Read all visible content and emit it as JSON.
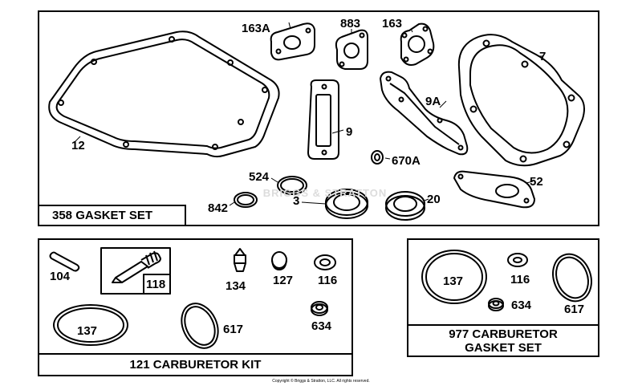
{
  "watermark": "BRIGGS & STRATTON",
  "panels": {
    "gasket_set": {
      "title": "358 GASKET SET",
      "parts": {
        "p163A": "163A",
        "p883": "883",
        "p163": "163",
        "p7": "7",
        "p12": "12",
        "p9": "9",
        "p9A": "9A",
        "p670A": "670A",
        "p524": "524",
        "p52": "52",
        "p842": "842",
        "p3": "3",
        "p20": "20"
      }
    },
    "carb_kit": {
      "title": "121 CARBURETOR KIT",
      "parts": {
        "p104": "104",
        "p118": "118",
        "p134": "134",
        "p127": "127",
        "p116": "116",
        "p137": "137",
        "p617": "617",
        "p634": "634"
      }
    },
    "carb_gasket_set": {
      "title_line1": "977 CARBURETOR",
      "title_line2": "GASKET SET",
      "parts": {
        "p137": "137",
        "p116": "116",
        "p634": "634",
        "p617": "617"
      }
    }
  },
  "copyright": "Copyright © Briggs & Stratton, LLC. All rights reserved."
}
